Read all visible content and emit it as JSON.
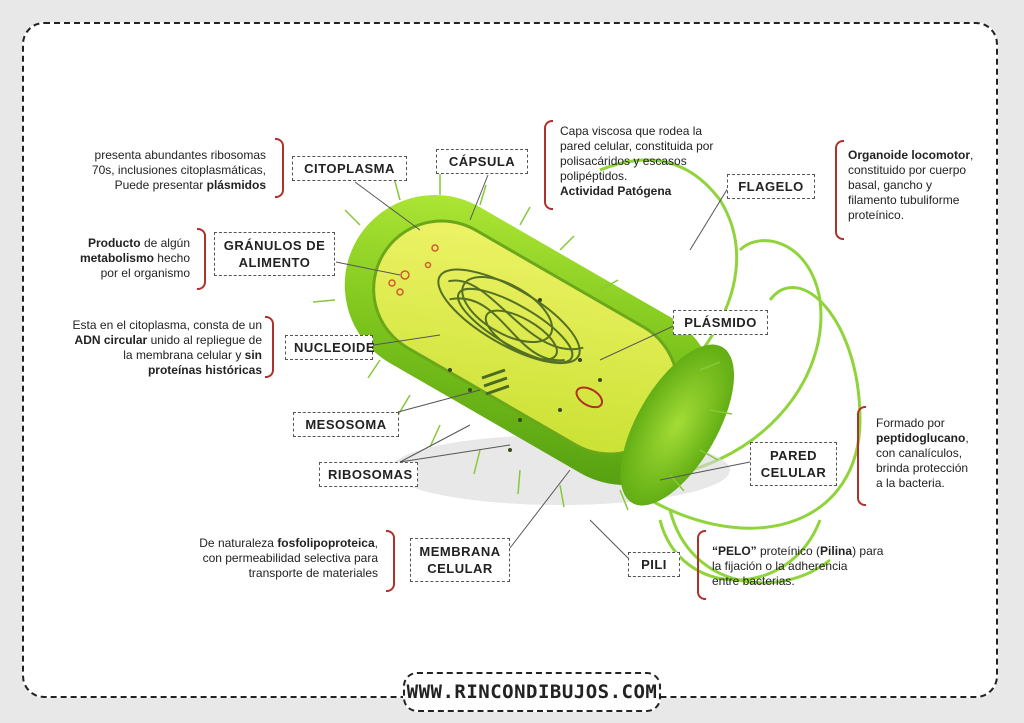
{
  "labels": {
    "citoplasma": "CITOPLASMA",
    "capsula": "CÁPSULA",
    "flagelo": "FLAGELO",
    "granulos_1": "GRÁNULOS DE",
    "granulos_2": "ALIMENTO",
    "plasmido": "PLÁSMIDO",
    "nucleoide": "NUCLEOIDE",
    "mesosoma": "MESOSOMA",
    "pared_1": "PARED",
    "pared_2": "CELULAR",
    "ribosomas": "RIBOSOMAS",
    "membrana_1": "MEMBRANA",
    "membrana_2": "CELULAR",
    "pili": "PILI"
  },
  "descriptions": {
    "citoplasma": [
      "presenta abundantes ribosomas",
      "70s, inclusiones citoplasmáticas,",
      "Puede presentar ",
      "plásmidos"
    ],
    "capsula": [
      "Capa viscosa que rodea la",
      "pared celular, constituida por",
      "polisacáridos y escasos",
      "polipéptidos.",
      "Actividad Patógena"
    ],
    "flagelo": [
      "Organoide locomotor",
      ",",
      "constituido por cuerpo",
      "basal, gancho y",
      "filamento tubuliforme",
      "proteínico."
    ],
    "granulos": [
      "Producto",
      " de algún",
      "metabolismo",
      " hecho",
      "por el organismo"
    ],
    "nucleoide": [
      "Esta en el citoplasma, consta de un",
      "ADN circular",
      " unido al repliegue de",
      "la membrana celular y ",
      "sin",
      "proteínas históricas"
    ],
    "pared": [
      "Formado por",
      "peptidoglucano",
      ",",
      "con canalículos,",
      "brinda protección",
      "a la bacteria."
    ],
    "membrana": [
      "De naturaleza ",
      "fosfolipoproteica",
      ",",
      "con permeabilidad selectiva para",
      "transporte de materiales"
    ],
    "pili": [
      "“PELO”",
      " proteínico (",
      "Pilina",
      ") para",
      "la fijación o la adherencia",
      "entre bacterias."
    ]
  },
  "footer": "WWW.RINCONDIBUJOS.COM",
  "colors": {
    "bracket": "#b0312c",
    "cell_dark": "#5aa812",
    "cell_light": "#a8e030",
    "cytoplasm": "#e8f040"
  }
}
